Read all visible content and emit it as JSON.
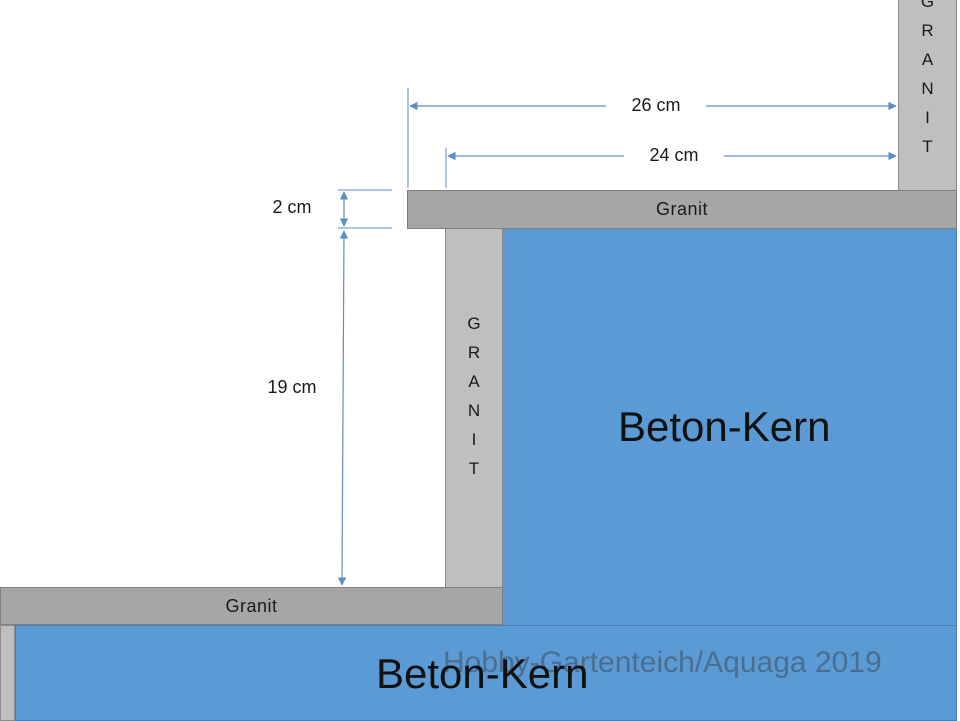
{
  "labels": {
    "granit_h": "Granit",
    "granit_v_letters": [
      "G",
      "R",
      "A",
      "N",
      "I",
      "T"
    ],
    "beton": "Beton-Kern"
  },
  "dimensions": {
    "width_outer": "26 cm",
    "width_inner": "24 cm",
    "thickness": "2 cm",
    "height": "19 cm"
  },
  "watermark": "Hobby-Gartenteich/Aquaga 2019",
  "colors": {
    "granit_dark": "#a6a6a6",
    "granit_light": "#bfbfbf",
    "beton": "#5b9bd5",
    "dimension_line": "#5b8fc7"
  }
}
